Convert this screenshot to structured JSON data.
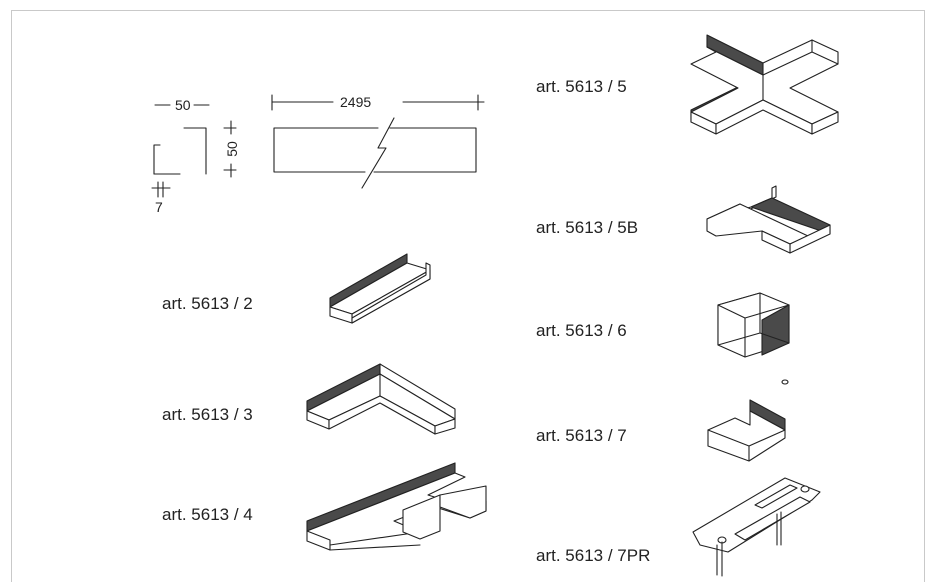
{
  "profile": {
    "width_label": "50",
    "height_label": "50",
    "thickness_label": "7",
    "length_label": "2495"
  },
  "items": [
    {
      "id": "5613-2",
      "label": "art. 5613 / 2"
    },
    {
      "id": "5613-3",
      "label": "art. 5613 / 3"
    },
    {
      "id": "5613-4",
      "label": "art. 5613 / 4"
    },
    {
      "id": "5613-5",
      "label": "art. 5613 / 5"
    },
    {
      "id": "5613-5B",
      "label": "art. 5613 / 5B"
    },
    {
      "id": "5613-6",
      "label": "art. 5613 / 6"
    },
    {
      "id": "5613-7",
      "label": "art. 5613 / 7"
    },
    {
      "id": "5613-7PR",
      "label": "art. 5613 / 7PR"
    }
  ],
  "colors": {
    "border": "#c9c9c9",
    "line": "#222222",
    "shade": "#4a4a4a"
  }
}
